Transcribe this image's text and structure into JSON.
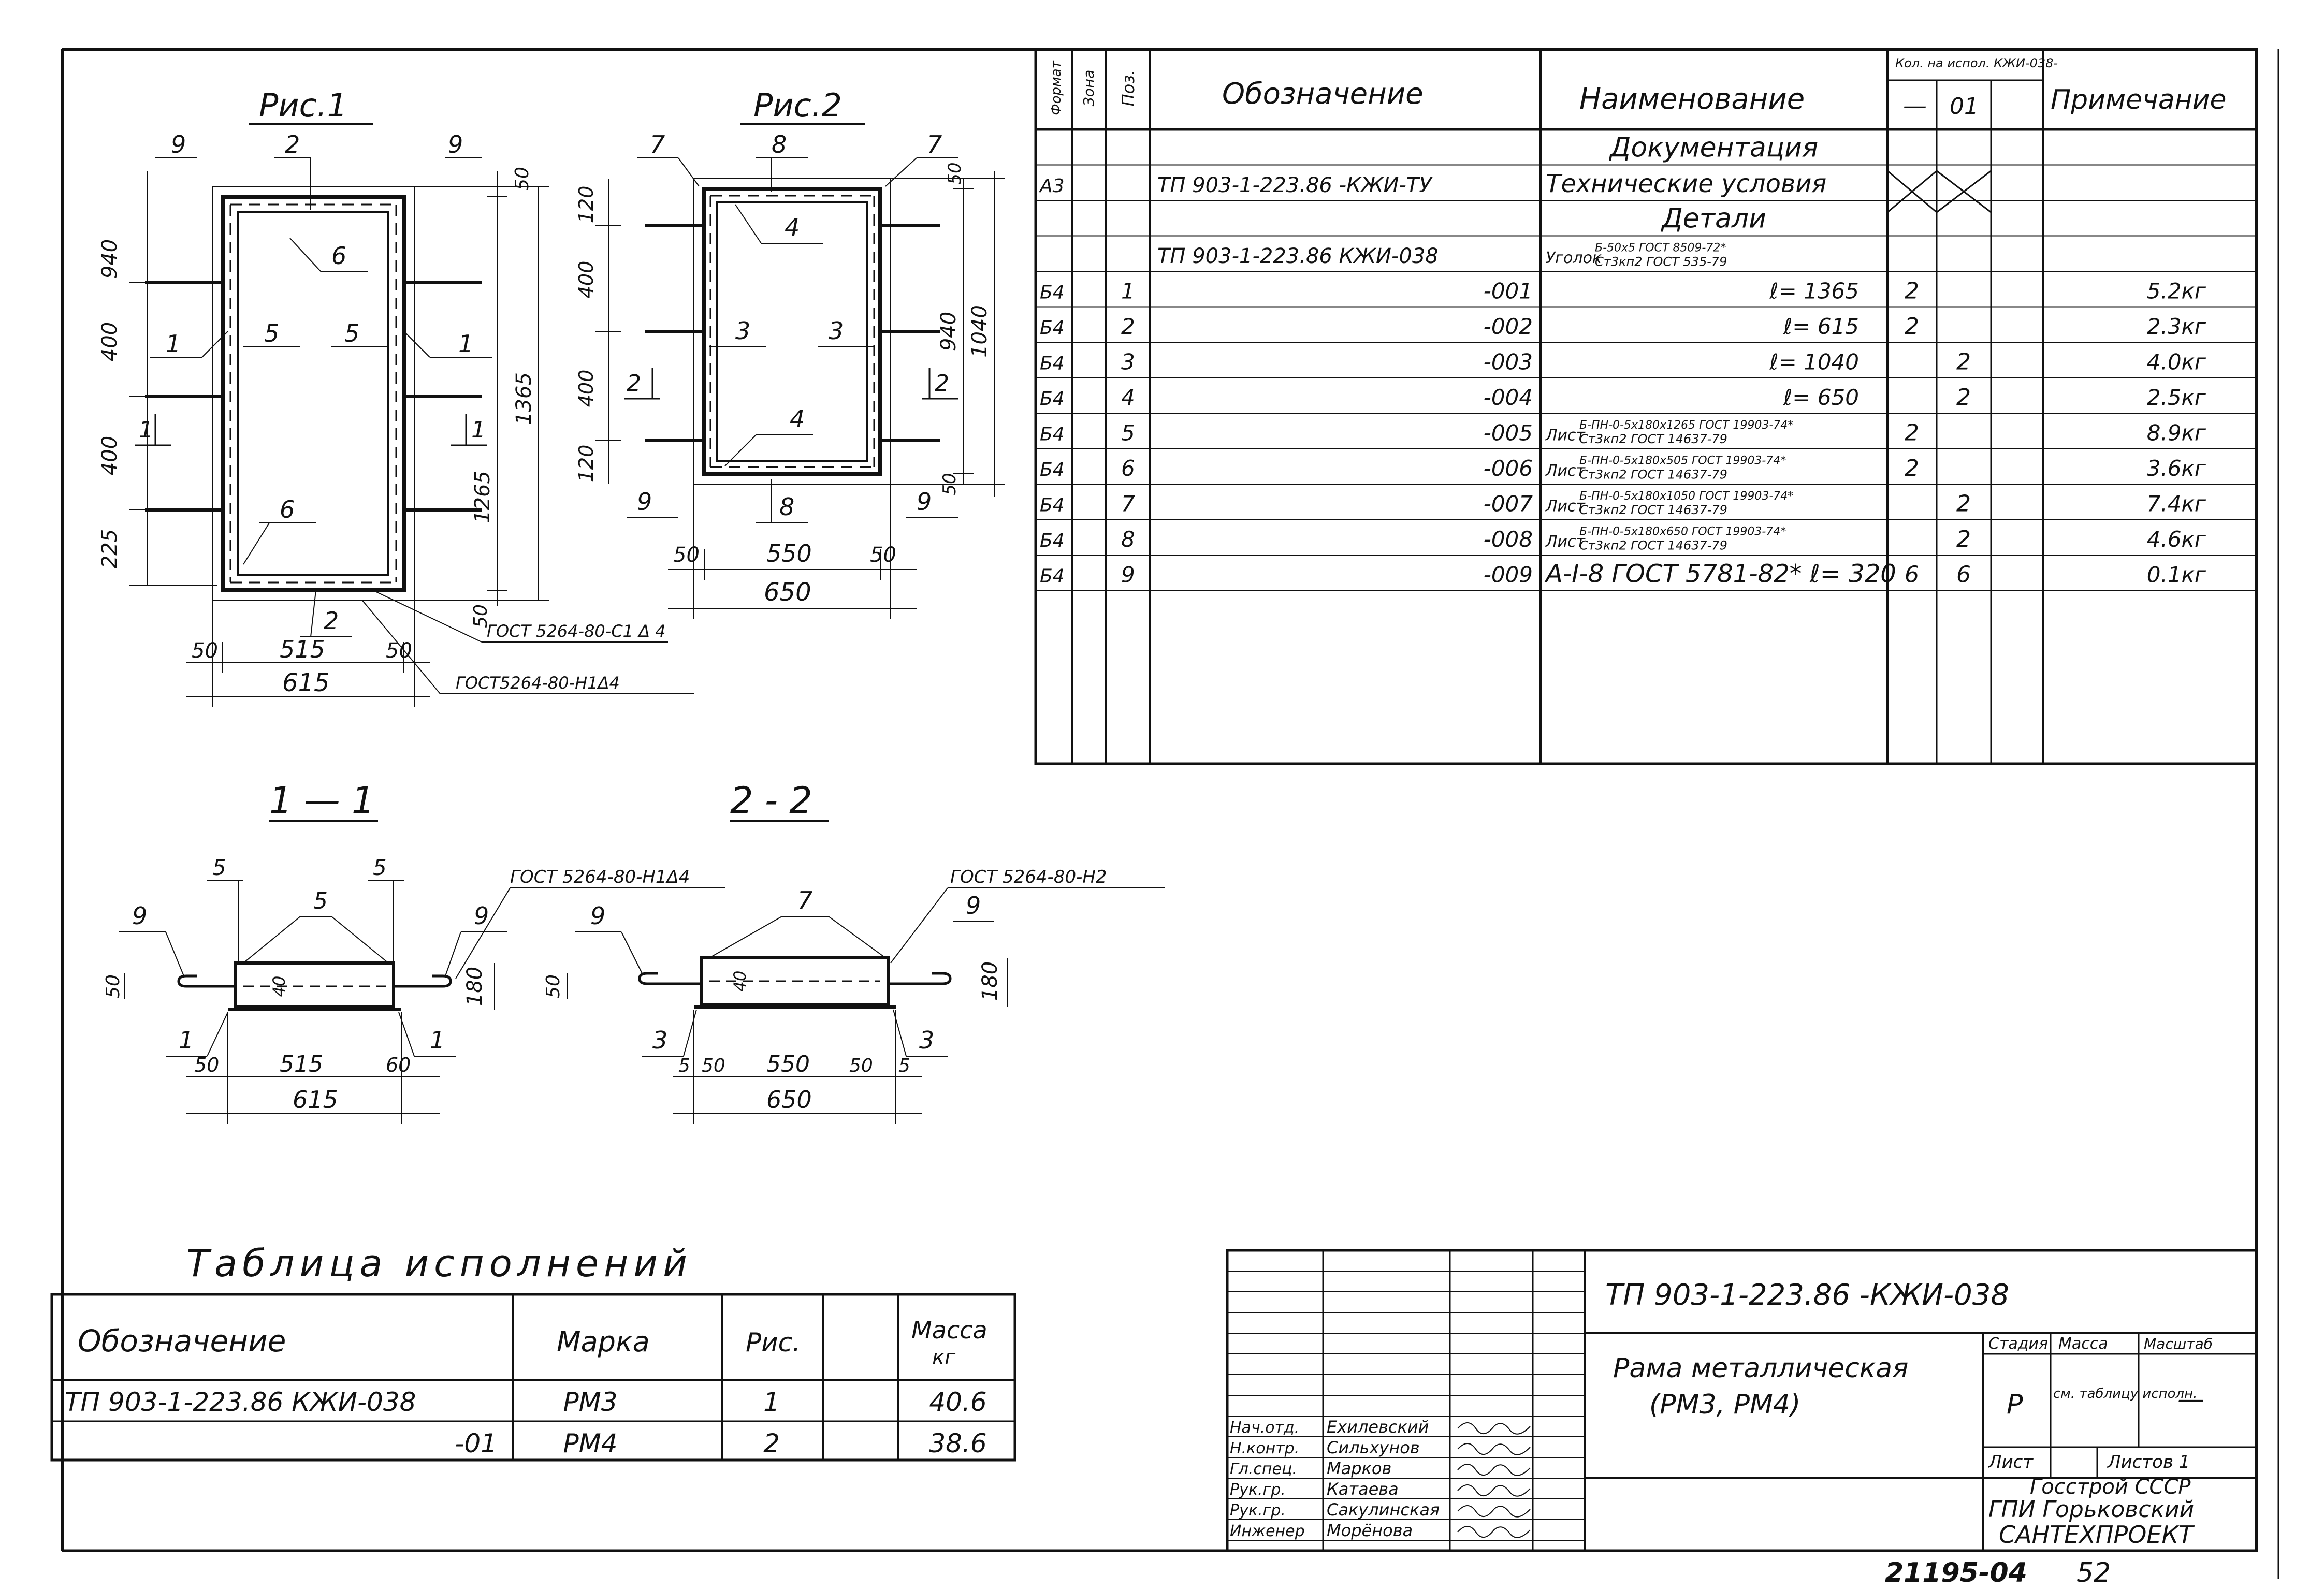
{
  "fig1": {
    "title": "Рис.1",
    "dims": {
      "d50_top": "50",
      "d940": "940",
      "d400_a": "400",
      "d400_b": "400",
      "d225": "225",
      "d1365": "1365",
      "d1265": "1265",
      "d50_right": "50",
      "d50_l": "50",
      "d515": "515",
      "d50_r": "50",
      "d615": "615"
    },
    "marks": {
      "m9_l": "9",
      "m2_t": "2",
      "m9_r": "9",
      "m6_t": "6",
      "m1_l": "1",
      "m5_l": "5",
      "m5_r": "5",
      "m1_r": "1",
      "m6_b": "6",
      "m2_b": "2"
    },
    "section_1": "1",
    "section_1r": "1",
    "weld1": "ГОСТ 5264-80-С1 Δ 4",
    "weld2": "ГОСТ5264-80-Н1Δ4"
  },
  "fig2": {
    "title": "Рис.2",
    "dims": {
      "d120_t": "120",
      "d400_a": "400",
      "d400_b": "400",
      "d120_b": "120",
      "d50_t": "50",
      "d940": "940",
      "d1040": "1040",
      "d50_b": "50",
      "d50_l": "50",
      "d550": "550",
      "d50_r": "50",
      "d650": "650"
    },
    "marks": {
      "m7_l": "7",
      "m8_t": "8",
      "m7_r": "7",
      "m4_t": "4",
      "m3_l": "3",
      "m3_r": "3",
      "m4_b": "4",
      "m8_b": "8",
      "m9_l": "9",
      "m9_r": "9"
    },
    "section_2": "2",
    "section_2r": "2"
  },
  "sec11": {
    "title": "1 — 1",
    "marks": {
      "m5a": "5",
      "m5b": "5",
      "m5c": "5",
      "m9l": "9",
      "m9r": "9",
      "m1l": "1",
      "m1r": "1"
    },
    "dims": {
      "d50": "50",
      "d180": "180",
      "d40": "40",
      "d50b": "50",
      "d515": "515",
      "d60": "60",
      "d615": "615"
    },
    "weld": "ГОСТ 5264-80-Н1Δ4"
  },
  "sec22": {
    "title": "2 - 2",
    "marks": {
      "m9l": "9",
      "m7": "7",
      "m9r": "9",
      "m3l": "3",
      "m3r": "3"
    },
    "dims": {
      "d50": "50",
      "d40": "40",
      "d180": "180",
      "d5l": "5",
      "d50a": "50",
      "d550": "550",
      "d50b": "50",
      "d5r": "5",
      "d650": "650"
    },
    "weld": "ГОСТ 5264-80-Н2"
  },
  "spec": {
    "headers": {
      "format": "Формат",
      "zone": "Зона",
      "pos": "Поз.",
      "designation": "Обозначение",
      "name": "Наименование",
      "qty_group": "Кол. на испол. КЖИ-038-",
      "qty_a": "—",
      "qty_b": "01",
      "note": "Примечание"
    },
    "rows": [
      {
        "format": "",
        "pos": "",
        "designation": "",
        "name": "Документация",
        "qa": "",
        "qb": "",
        "note": ""
      },
      {
        "format": "А3",
        "pos": "",
        "designation": "ТП 903-1-223.86 -КЖИ-ТУ",
        "name": "Технические условия",
        "qa": "",
        "qb": "",
        "note": ""
      },
      {
        "format": "",
        "pos": "",
        "designation": "",
        "name": "Детали",
        "qa": "",
        "qb": "",
        "note": ""
      },
      {
        "format": "",
        "pos": "",
        "designation": "ТП 903-1-223.86 КЖИ-038",
        "name": "Уголок",
        "name_small1": "Б-50х5 ГОСТ 8509-72*",
        "name_small2": "Ст3кп2 ГОСТ 535-79",
        "qa": "",
        "qb": "",
        "note": ""
      },
      {
        "format": "Б4",
        "pos": "1",
        "designation": "-001",
        "name": "ℓ= 1365",
        "qa": "2",
        "qb": "",
        "note": "5.2кг"
      },
      {
        "format": "Б4",
        "pos": "2",
        "designation": "-002",
        "name": "ℓ= 615",
        "qa": "2",
        "qb": "",
        "note": "2.3кг"
      },
      {
        "format": "Б4",
        "pos": "3",
        "designation": "-003",
        "name": "ℓ= 1040",
        "qa": "",
        "qb": "2",
        "note": "4.0кг"
      },
      {
        "format": "Б4",
        "pos": "4",
        "designation": "-004",
        "name": "ℓ= 650",
        "qa": "",
        "qb": "2",
        "note": "2.5кг"
      },
      {
        "format": "Б4",
        "pos": "5",
        "designation": "-005",
        "name": "Лист",
        "name_small1": "Б-ПН-0-5х180х1265 ГОСТ 19903-74*",
        "name_small2": "Ст3кп2 ГОСТ 14637-79",
        "qa": "2",
        "qb": "",
        "note": "8.9кг"
      },
      {
        "format": "Б4",
        "pos": "6",
        "designation": "-006",
        "name": "Лист",
        "name_small1": "Б-ПН-0-5х180х505 ГОСТ 19903-74*",
        "name_small2": "Ст3кп2 ГОСТ 14637-79",
        "qa": "2",
        "qb": "",
        "note": "3.6кг"
      },
      {
        "format": "Б4",
        "pos": "7",
        "designation": "-007",
        "name": "Лист",
        "name_small1": "Б-ПН-0-5х180х1050 ГОСТ 19903-74*",
        "name_small2": "Ст3кп2 ГОСТ 14637-79",
        "qa": "",
        "qb": "2",
        "note": "7.4кг"
      },
      {
        "format": "Б4",
        "pos": "8",
        "designation": "-008",
        "name": "Лист",
        "name_small1": "Б-ПН-0-5х180х650 ГОСТ 19903-74*",
        "name_small2": "Ст3кп2 ГОСТ 14637-79",
        "qa": "",
        "qb": "2",
        "note": "4.6кг"
      },
      {
        "format": "Б4",
        "pos": "9",
        "designation": "-009",
        "name": "А-I-8 ГОСТ 5781-82* ℓ= 320",
        "qa": "6",
        "qb": "6",
        "note": "0.1кг"
      }
    ]
  },
  "variants": {
    "title": "Таблица исполнений",
    "headers": {
      "designation": "Обозначение",
      "mark": "Марка",
      "fig": "Рис.",
      "mass": "Масса",
      "mass_unit": "кг"
    },
    "rows": [
      {
        "designation": "ТП 903-1-223.86 КЖИ-038",
        "mark": "РМ3",
        "fig": "1",
        "mass": "40.6"
      },
      {
        "designation": "-01",
        "mark": "РМ4",
        "fig": "2",
        "mass": "38.6"
      }
    ]
  },
  "titleblock": {
    "doc_code": "ТП 903-1-223.86 -КЖИ-038",
    "name_line1": "Рама металлическая",
    "name_line2": "(РМ3, РМ4)",
    "stage_label": "Стадия",
    "mass_label": "Масса",
    "scale_label": "Масштаб",
    "stage": "Р",
    "mass_value": "см. таблицу исполн.",
    "scale_value": "—",
    "sheet_label": "Лист",
    "sheets_label": "Листов 1",
    "org1": "Госстрой СССР",
    "org2": "ГПИ Горьковский",
    "org3": "САНТЕХПРОЕКТ",
    "people": [
      {
        "role": "Нач.отд.",
        "name": "Ехилевский"
      },
      {
        "role": "Н.контр.",
        "name": "Сильхунов"
      },
      {
        "role": "Гл.спец.",
        "name": "Марков"
      },
      {
        "role": "Рук.гр.",
        "name": "Катаева"
      },
      {
        "role": "Рук.гр.",
        "name": "Сакулинская"
      },
      {
        "role": "Инженер",
        "name": "Морёнова"
      }
    ]
  },
  "footer": {
    "inventory": "21195-04",
    "page": "52"
  }
}
